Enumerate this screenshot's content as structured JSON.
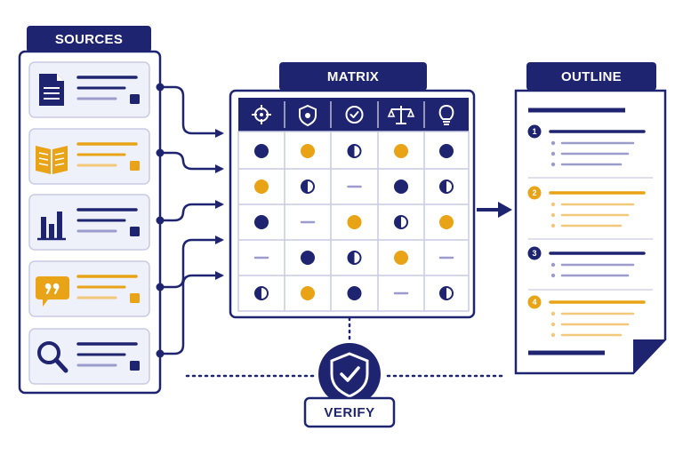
{
  "colors": {
    "navy": "#1f2470",
    "gold": "#e8a317",
    "lavender": "#9b9bcc",
    "pale_gold": "#f2c87a",
    "card_bg": "#eef0fa",
    "card_border": "#c9cbe4",
    "white": "#ffffff"
  },
  "labels": {
    "sources": "SOURCES",
    "matrix": "MATRIX",
    "outline": "OUTLINE",
    "verify": "VERIFY"
  },
  "sources": [
    {
      "icon": "document-icon",
      "accent": "navy"
    },
    {
      "icon": "open-book-icon",
      "accent": "gold"
    },
    {
      "icon": "bar-chart-icon",
      "accent": "navy"
    },
    {
      "icon": "quote-bubble-icon",
      "accent": "gold"
    },
    {
      "icon": "magnifier-icon",
      "accent": "navy"
    }
  ],
  "matrix": {
    "header_icons": [
      "target-icon",
      "shield-icon",
      "check-circle-icon",
      "balance-scale-icon",
      "lightbulb-icon"
    ],
    "rows": [
      [
        "navy",
        "gold",
        "half",
        "gold",
        "navy"
      ],
      [
        "gold",
        "half",
        "dash",
        "navy",
        "half"
      ],
      [
        "navy",
        "dash",
        "gold",
        "half",
        "gold"
      ],
      [
        "dash",
        "navy",
        "half",
        "gold",
        "dash"
      ],
      [
        "half",
        "gold",
        "navy",
        "dash",
        "half"
      ]
    ]
  },
  "outline": {
    "sections": [
      {
        "number": "1",
        "color": "navy",
        "bullets": 3
      },
      {
        "number": "2",
        "color": "gold",
        "bullets": 3
      },
      {
        "number": "3",
        "color": "navy",
        "bullets": 2
      },
      {
        "number": "4",
        "color": "gold",
        "bullets": 3
      }
    ]
  }
}
